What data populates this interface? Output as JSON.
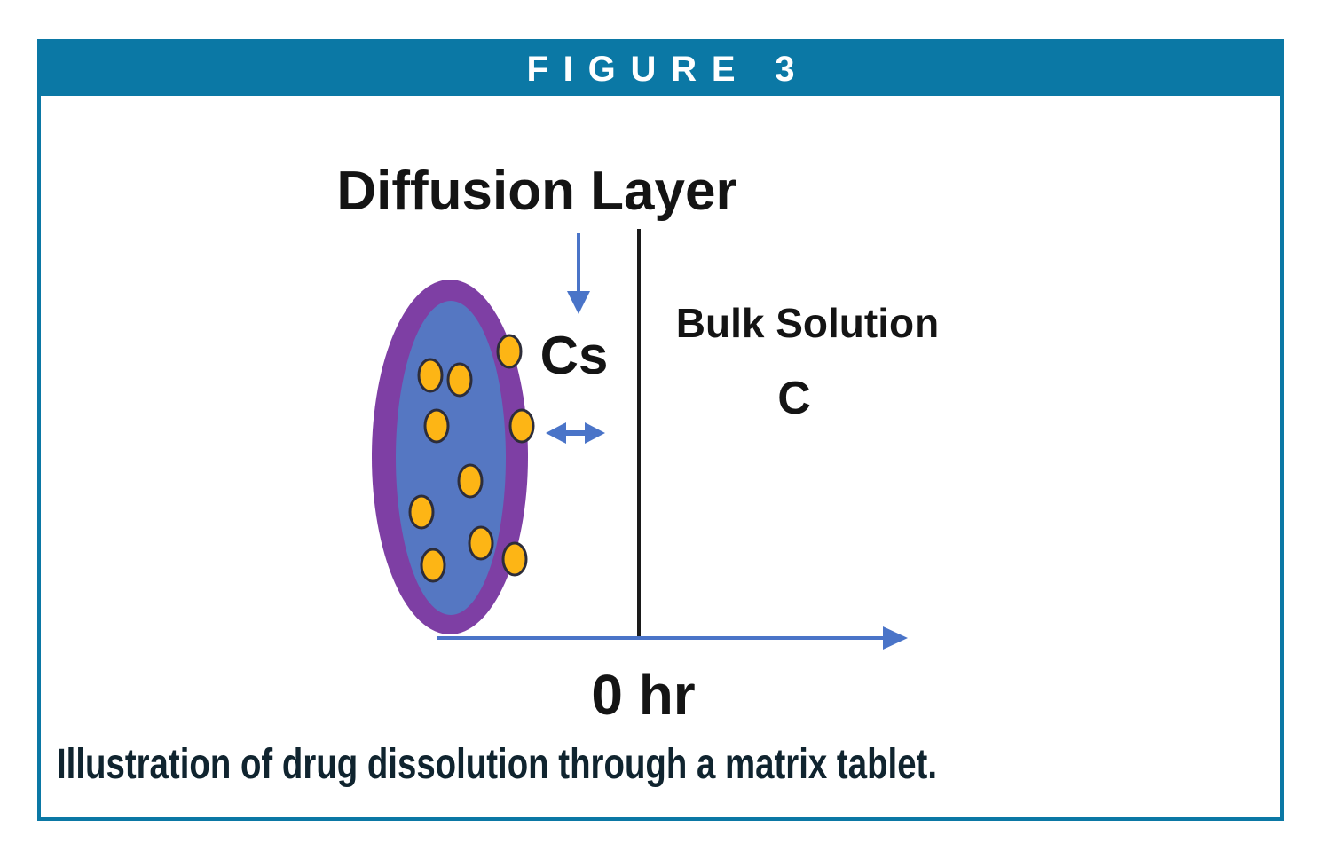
{
  "figure": {
    "header": "FIGURE 3",
    "caption": "Illustration of drug dissolution through a matrix tablet."
  },
  "diagram": {
    "title": "Diffusion Layer",
    "surface_concentration_label": "Cs",
    "bulk_solution_label": "Bulk Solution",
    "bulk_concentration_label": "C",
    "time_label": "0 hr"
  },
  "colors": {
    "header_bar": "#0b78a5",
    "figure_border": "#0b78a5",
    "caption_text": "#10242f",
    "tablet_outer_purple": "#7e3fa4",
    "tablet_inner_blue": "#5577c2",
    "drug_particle_yellow": "#fdb515",
    "drug_particle_outline": "#2d2d3a",
    "arrow_blue": "#4a74c8",
    "boundary_line_black": "#1a1a1a",
    "label_text": "#141414"
  }
}
